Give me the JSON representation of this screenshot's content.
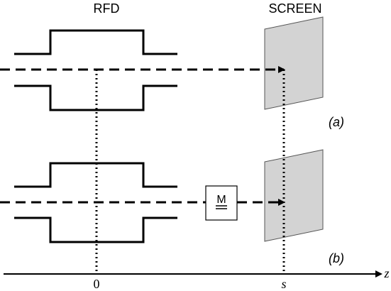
{
  "labels": {
    "rfd": "RFD",
    "screen": "SCREEN",
    "panel_a": "(a)",
    "panel_b": "(b)",
    "z_axis": "z",
    "origin": "0",
    "s_position": "s",
    "magnet_symbol": "M"
  },
  "colors": {
    "line": "#000000",
    "screen_fill": "#d3d3d3",
    "screen_stroke": "#555555",
    "magnet_box_fill": "#ffffff"
  }
}
